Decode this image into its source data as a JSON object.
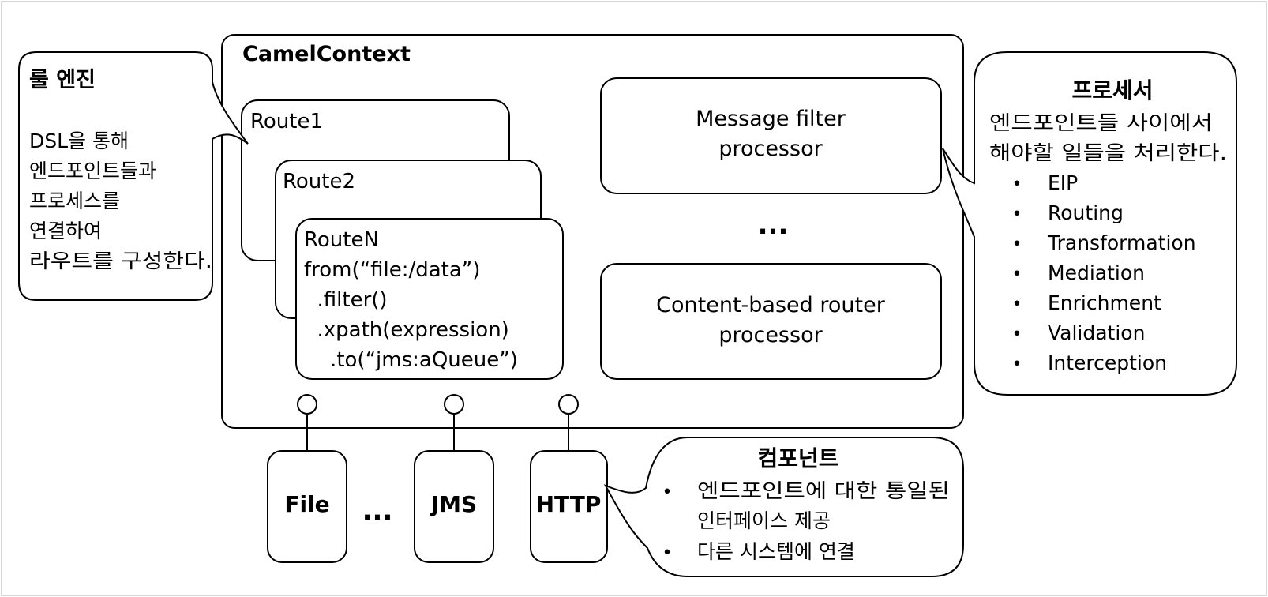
{
  "context": {
    "title": "CamelContext"
  },
  "rule_engine": {
    "title": "룰 엔진",
    "lines": [
      "DSL을 통해",
      "엔드포인트들과",
      "프로세스를",
      "연결하여",
      "라우트를 구성한다."
    ]
  },
  "routes": {
    "route1": "Route1",
    "route2": "Route2",
    "routeN": "RouteN",
    "code": [
      "from(“file:/data”)",
      "  .filter()",
      "  .xpath(expression)",
      "    .to(“jms:aQueue”)"
    ]
  },
  "processors": {
    "filter": [
      "Message filter",
      "processor"
    ],
    "ellipsis": "...",
    "cbr": [
      "Content-based router",
      "processor"
    ]
  },
  "processor_callout": {
    "title": "프로세서",
    "lines": [
      "엔드포인트들 사이에서",
      "해야할 일들을 처리한다."
    ],
    "bullet": "•",
    "items": [
      "EIP",
      "Routing",
      "Transformation",
      "Mediation",
      "Enrichment",
      "Validation",
      "Interception"
    ]
  },
  "components": {
    "file": "File",
    "ellipsis": "...",
    "jms": "JMS",
    "http": "HTTP"
  },
  "component_callout": {
    "title": "컴포넌트",
    "bullet": "•",
    "items": [
      [
        "엔드포인트에 대한 통일된",
        "인터페이스 제공"
      ],
      [
        "다른 시스템에 연결"
      ]
    ]
  }
}
